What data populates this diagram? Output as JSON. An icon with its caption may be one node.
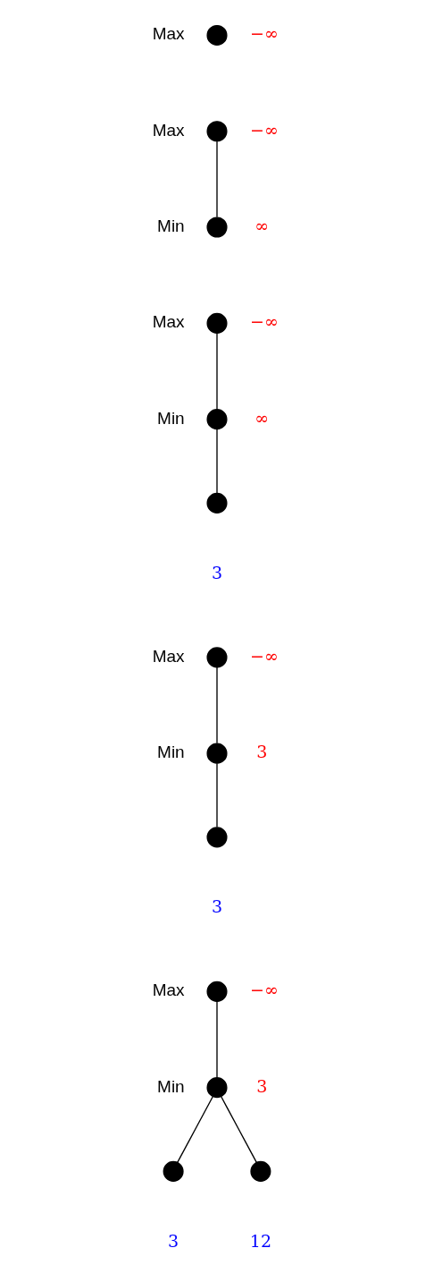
{
  "diagram": {
    "nodes": [
      {
        "text": [],
        "shape": "circle",
        "beside": [
          "Max",
          "−∞"
        ]
      },
      {
        "text": [],
        "shape": "circle",
        "beside": [
          "Max",
          "−∞"
        ]
      },
      {
        "text": [],
        "shape": "circle",
        "beside": [
          "Min",
          "∞"
        ]
      },
      {
        "text": [],
        "shape": "circle",
        "beside": [
          "Max",
          "−∞"
        ]
      },
      {
        "text": [],
        "shape": "circle",
        "beside": [
          "Min",
          "∞"
        ]
      },
      {
        "text": [],
        "shape": "circle",
        "beside": [
          "3"
        ]
      },
      {
        "text": [],
        "shape": "circle",
        "beside": [
          "Max",
          "−∞"
        ]
      },
      {
        "text": [],
        "shape": "circle",
        "beside": [
          "Min",
          "3"
        ]
      },
      {
        "text": [],
        "shape": "circle",
        "beside": [
          "3"
        ]
      },
      {
        "text": [],
        "shape": "circle",
        "beside": [
          "Max",
          "−∞"
        ]
      },
      {
        "text": [],
        "shape": "circle",
        "beside": [
          "Min",
          "3"
        ]
      },
      {
        "text": [],
        "shape": "circle",
        "beside": [
          "3"
        ]
      },
      {
        "text": [],
        "shape": "circle",
        "beside": [
          "12"
        ]
      }
    ],
    "edges": [
      {
        "from": 1,
        "to": 2,
        "arrow": "none"
      },
      {
        "from": 3,
        "to": 4,
        "arrow": "none"
      },
      {
        "from": 4,
        "to": 5,
        "arrow": "none"
      },
      {
        "from": 6,
        "to": 7,
        "arrow": "none"
      },
      {
        "from": 7,
        "to": 8,
        "arrow": "none"
      },
      {
        "from": 9,
        "to": 10,
        "arrow": "none"
      },
      {
        "from": 10,
        "to": 11,
        "arrow": "none"
      },
      {
        "from": 10,
        "to": 12,
        "arrow": "none"
      }
    ]
  }
}
